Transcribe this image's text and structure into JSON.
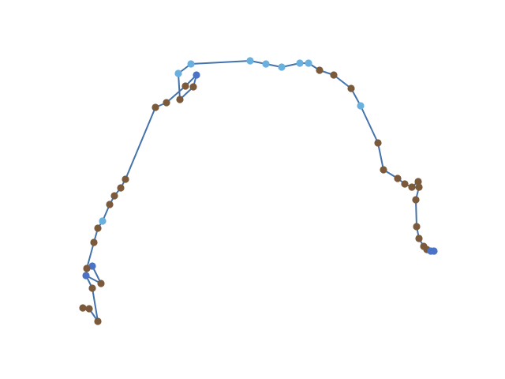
{
  "chart_data": {
    "type": "line",
    "title": "",
    "xlabel": "",
    "ylabel": "",
    "axes_visible": false,
    "grid": false,
    "xlim": [
      100,
      555
    ],
    "ylim": [
      30,
      440
    ],
    "colors": {
      "line": "#4472aa",
      "point_brown": "#7b5a3c",
      "point_light_blue": "#6ab0de",
      "point_blue": "#4a72c6"
    },
    "points": [
      {
        "x": 124,
        "y": 407,
        "c": "brown"
      },
      {
        "x": 117,
        "y": 365,
        "c": "brown"
      },
      {
        "x": 109,
        "y": 349,
        "c": "blue"
      },
      {
        "x": 128,
        "y": 359,
        "c": "brown"
      },
      {
        "x": 117,
        "y": 337,
        "c": "blue"
      },
      {
        "x": 110,
        "y": 340,
        "c": "brown"
      },
      {
        "x": 119,
        "y": 307,
        "c": "brown"
      },
      {
        "x": 124,
        "y": 289,
        "c": "brown"
      },
      {
        "x": 130,
        "y": 280,
        "c": "light_blue"
      },
      {
        "x": 139,
        "y": 259,
        "c": "brown"
      },
      {
        "x": 145,
        "y": 248,
        "c": "brown"
      },
      {
        "x": 153,
        "y": 238,
        "c": "brown"
      },
      {
        "x": 159,
        "y": 227,
        "c": "brown"
      },
      {
        "x": 197,
        "y": 136,
        "c": "brown"
      },
      {
        "x": 211,
        "y": 130,
        "c": "brown"
      },
      {
        "x": 235,
        "y": 109,
        "c": "brown"
      },
      {
        "x": 249,
        "y": 95,
        "c": "blue"
      },
      {
        "x": 245,
        "y": 110,
        "c": "brown"
      },
      {
        "x": 228,
        "y": 126,
        "c": "brown"
      },
      {
        "x": 226,
        "y": 93,
        "c": "light_blue"
      },
      {
        "x": 242,
        "y": 81,
        "c": "light_blue"
      },
      {
        "x": 317,
        "y": 77,
        "c": "light_blue"
      },
      {
        "x": 337,
        "y": 81,
        "c": "light_blue"
      },
      {
        "x": 357,
        "y": 85,
        "c": "light_blue"
      },
      {
        "x": 380,
        "y": 80,
        "c": "light_blue"
      },
      {
        "x": 391,
        "y": 80,
        "c": "light_blue"
      },
      {
        "x": 405,
        "y": 89,
        "c": "brown"
      },
      {
        "x": 423,
        "y": 95,
        "c": "brown"
      },
      {
        "x": 445,
        "y": 112,
        "c": "brown"
      },
      {
        "x": 457,
        "y": 134,
        "c": "light_blue"
      },
      {
        "x": 479,
        "y": 181,
        "c": "brown"
      },
      {
        "x": 486,
        "y": 215,
        "c": "brown"
      },
      {
        "x": 504,
        "y": 226,
        "c": "brown"
      },
      {
        "x": 513,
        "y": 233,
        "c": "brown"
      },
      {
        "x": 522,
        "y": 237,
        "c": "brown"
      },
      {
        "x": 530,
        "y": 230,
        "c": "brown"
      },
      {
        "x": 531,
        "y": 237,
        "c": "brown"
      },
      {
        "x": 527,
        "y": 253,
        "c": "brown"
      },
      {
        "x": 528,
        "y": 287,
        "c": "brown"
      },
      {
        "x": 531,
        "y": 302,
        "c": "brown"
      },
      {
        "x": 537,
        "y": 312,
        "c": "brown"
      },
      {
        "x": 541,
        "y": 316,
        "c": "brown"
      },
      {
        "x": 546,
        "y": 318,
        "c": "blue"
      },
      {
        "x": 550,
        "y": 318,
        "c": "blue"
      }
    ],
    "extra_points": [
      {
        "x": 105,
        "y": 390,
        "c": "brown"
      },
      {
        "x": 113,
        "y": 391,
        "c": "brown"
      }
    ],
    "extra_segments": [
      [
        {
          "x": 113,
          "y": 391
        },
        {
          "x": 124,
          "y": 407
        }
      ],
      [
        {
          "x": 105,
          "y": 390
        },
        {
          "x": 113,
          "y": 391
        }
      ]
    ]
  }
}
